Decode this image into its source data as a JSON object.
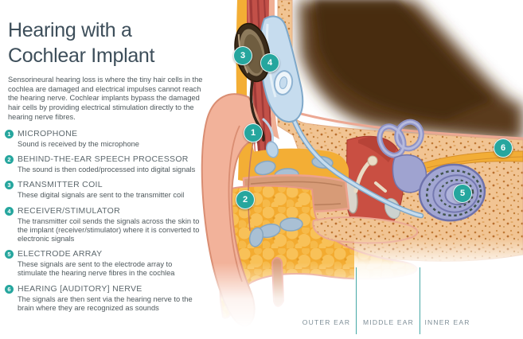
{
  "title": {
    "text": "Hearing with a Cochlear Implant",
    "line1": "Hearing with a",
    "line2": "Cochlear Implant"
  },
  "intro": "Sensorineural hearing loss is where the tiny hair cells in the cochlea are damaged and electrical impulses cannot reach the hearing nerve. Cochlear implants bypass the damaged hair cells by providing electrical stimulation directly to the hearing nerve fibres.",
  "steps": [
    {
      "num": "1",
      "heading": "MICROPHONE",
      "description": "Sound is received by the microphone"
    },
    {
      "num": "2",
      "heading": "BEHIND-THE-EAR SPEECH PROCESSOR",
      "description": "The sound is then coded/processed into digital signals"
    },
    {
      "num": "3",
      "heading": "TRANSMITTER COIL",
      "description": "These digital signals are sent to the transmitter coil"
    },
    {
      "num": "4",
      "heading": "RECEIVER/STIMULATOR",
      "description": "The transmitter coil sends the signals across the skin to the implant (receiver/stimulator) where it is converted to electronic signals"
    },
    {
      "num": "5",
      "heading": "ELECTRODE ARRAY",
      "description": "These signals are sent to the electrode array to stimulate the hearing nerve fibres in the cochlea"
    },
    {
      "num": "6",
      "heading": "HEARING [AUDITORY] NERVE",
      "description": "The signals are then sent via the hearing nerve to the brain where they are recognized as sounds"
    }
  ],
  "diagram": {
    "markers": [
      {
        "num": "1",
        "target": "microphone"
      },
      {
        "num": "2",
        "target": "behind-the-ear speech processor"
      },
      {
        "num": "3",
        "target": "transmitter coil"
      },
      {
        "num": "4",
        "target": "receiver/stimulator"
      },
      {
        "num": "5",
        "target": "electrode array"
      },
      {
        "num": "6",
        "target": "hearing nerve"
      }
    ],
    "region_labels": [
      {
        "label": "OUTER EAR"
      },
      {
        "label": "MIDDLE EAR"
      },
      {
        "label": "INNER EAR"
      }
    ],
    "colors": {
      "accent_teal": "#26a69e",
      "title_text": "#3d4e5a",
      "body_text": "#4e585c",
      "region_label_text": "#7e8e97",
      "skin": "#f2b29a",
      "fat": "#f3ab30",
      "bone": "#f1c493",
      "muscle": "#c25048",
      "middle_ear": "#c94f42",
      "cochlea": "#a2a6d2",
      "nerve": "#f2ad36",
      "implant_blue": "#c6dcee",
      "hair": "#5a3a1c"
    }
  }
}
